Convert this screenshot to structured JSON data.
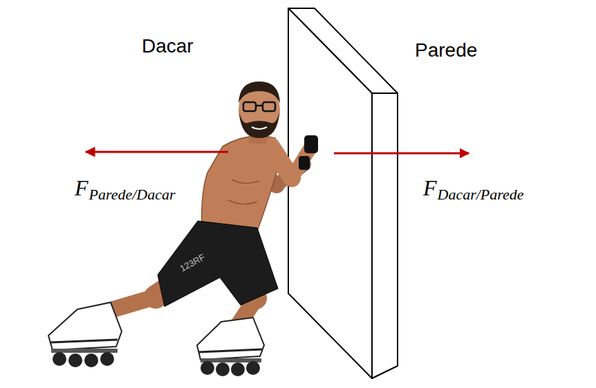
{
  "diagram": {
    "labels": [
      "Dacar",
      "Parede",
      "F",
      "Parede/Dacar",
      "F",
      "Dacar/Parede",
      "123RF"
    ]
  }
}
